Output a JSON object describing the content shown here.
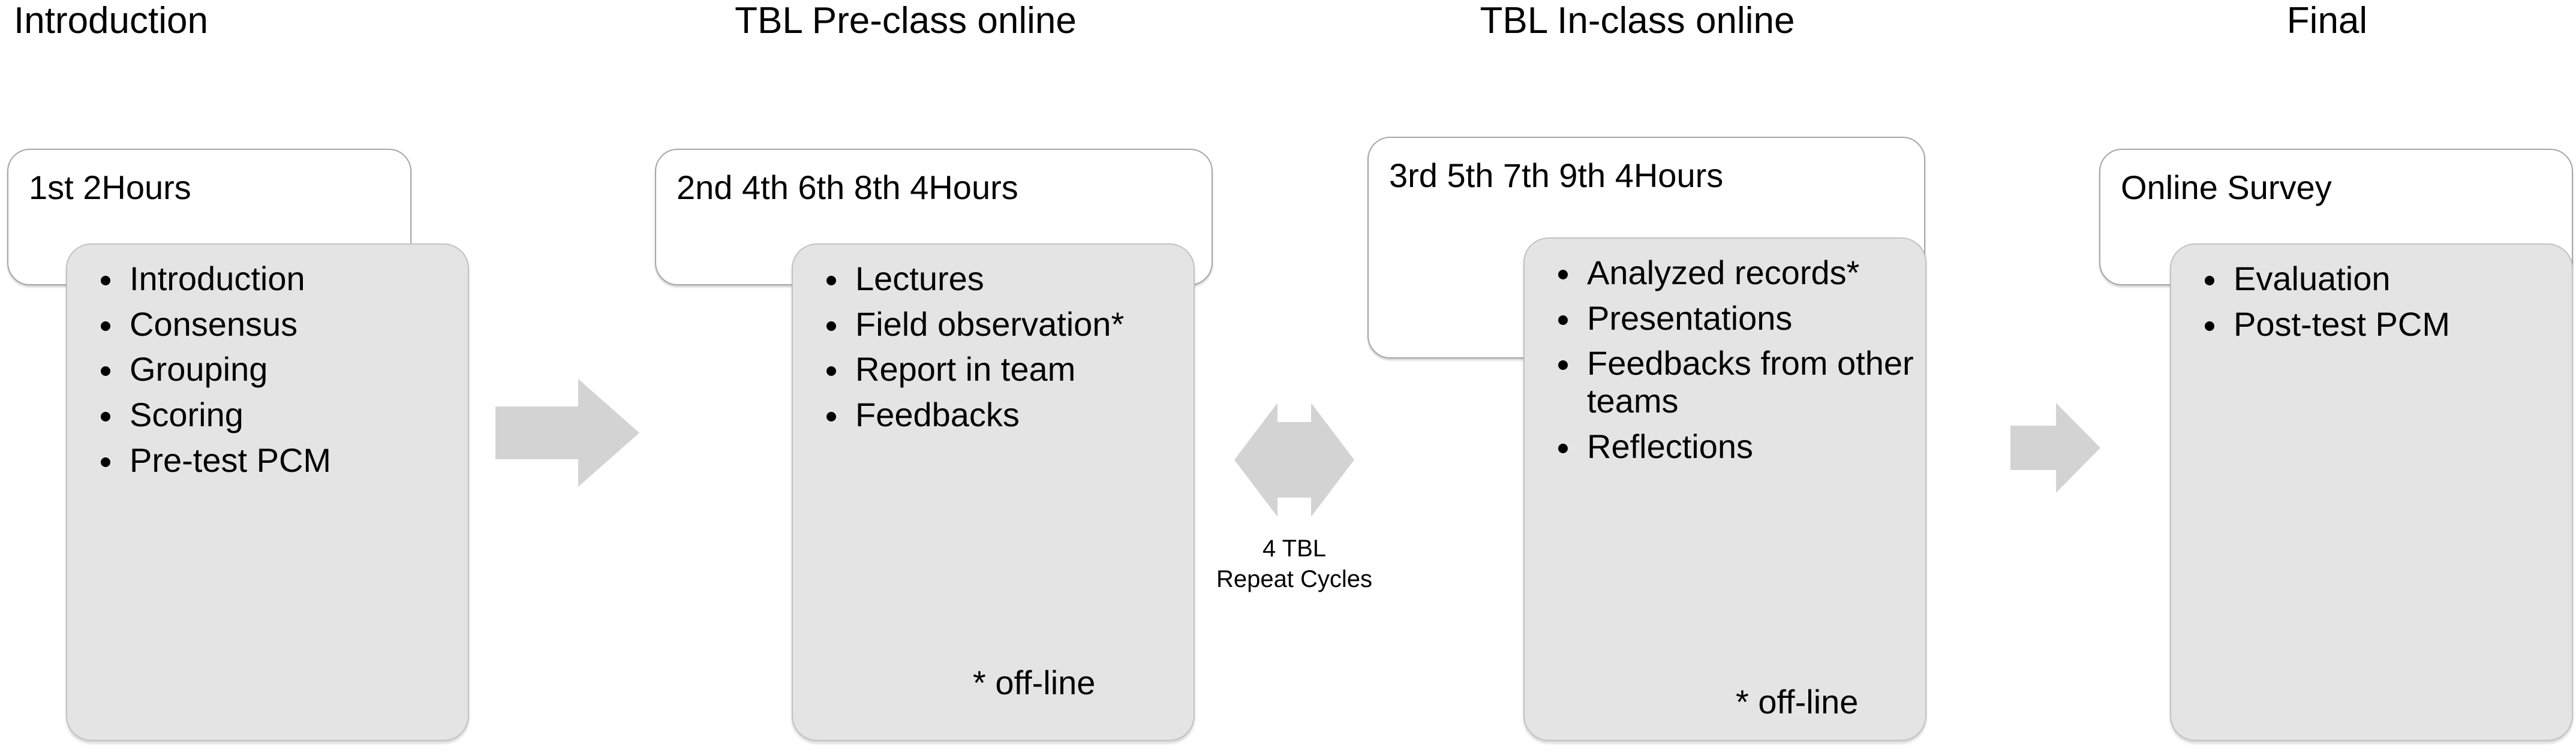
{
  "diagram": {
    "title_color": "#000000",
    "card_fill": "#e4e4e4",
    "card_border": "#c2c2c2",
    "header_fill": "#ffffff",
    "header_border": "#a6a6a6",
    "arrow_fill": "#d3d3d3",
    "stages": [
      {
        "title": "Introduction",
        "header_label": "1st  2Hours",
        "items": [
          "Introduction",
          "Consensus",
          "Grouping",
          "Scoring",
          "Pre-test PCM"
        ],
        "offline_note": ""
      },
      {
        "title": "TBL Pre-class online",
        "header_label": "2nd 4th 6th 8th  4Hours",
        "items": [
          "Lectures",
          "Field observation*",
          "Report in team",
          "Feedbacks"
        ],
        "offline_note": "* off-line"
      },
      {
        "title": "TBL In-class online",
        "header_label": "3rd  5th 7th 9th  4Hours",
        "items": [
          "Analyzed records*",
          "Presentations",
          "Feedbacks from other teams",
          "Reflections"
        ],
        "offline_note": "* off-line"
      },
      {
        "title": "Final",
        "header_label": "Online Survey",
        "items": [
          "Evaluation",
          "Post-test PCM"
        ],
        "offline_note": ""
      }
    ],
    "connectors": [
      {
        "name": "arrow-intro-to-preclass",
        "kind": "right-arrow",
        "caption": ""
      },
      {
        "name": "arrow-preclass-inclass-cycle",
        "kind": "double-arrow",
        "caption_line1": "4 TBL",
        "caption_line2": "Repeat Cycles"
      },
      {
        "name": "arrow-inclass-to-final",
        "kind": "right-arrow",
        "caption": ""
      }
    ]
  }
}
